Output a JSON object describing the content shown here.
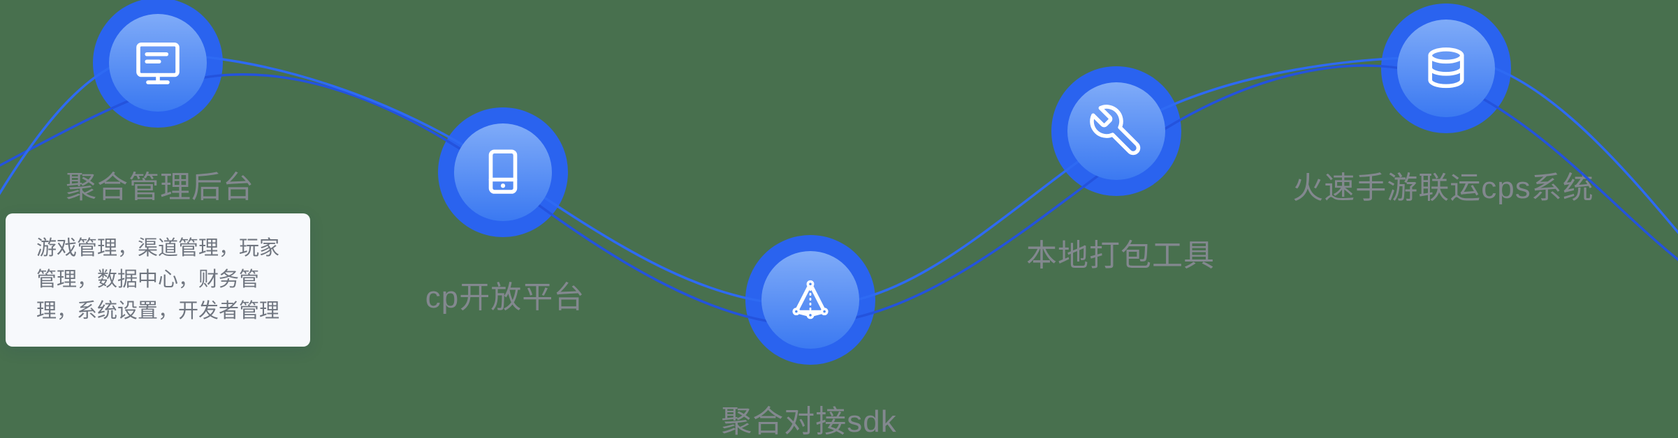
{
  "page": {
    "background_color": "#48704e"
  },
  "diagram": {
    "nodes": [
      {
        "label": "聚合管理后台",
        "icon": "monitor-icon"
      },
      {
        "label": "cp开放平台",
        "icon": "smartphone-icon"
      },
      {
        "label": "聚合对接sdk",
        "icon": "network-pyramid-icon"
      },
      {
        "label": "本地打包工具",
        "icon": "wrench-icon"
      },
      {
        "label": "火速手游联运cps系统",
        "icon": "database-icon"
      }
    ],
    "tooltip": {
      "full_text": "游戏管理，渠道管理，玩家管理，数据中心，财务管理，系统设置，开发者管理",
      "lines": [
        "游戏管理，渠道管理，玩家",
        "管理，数据中心，财务管",
        "理，系统设置，开发者管理"
      ]
    },
    "colors": {
      "node_outer": "#2a63ef",
      "node_inner_top": "#7fabf8",
      "node_inner_bottom": "#3b79f1",
      "flow_line_primary": "#2e6af3",
      "flow_line_secondary": "#2453dd",
      "label_text": "#83888f",
      "tooltip_background": "#f7f9fc",
      "tooltip_text": "#707680",
      "icon_stroke": "#ffffff"
    }
  }
}
